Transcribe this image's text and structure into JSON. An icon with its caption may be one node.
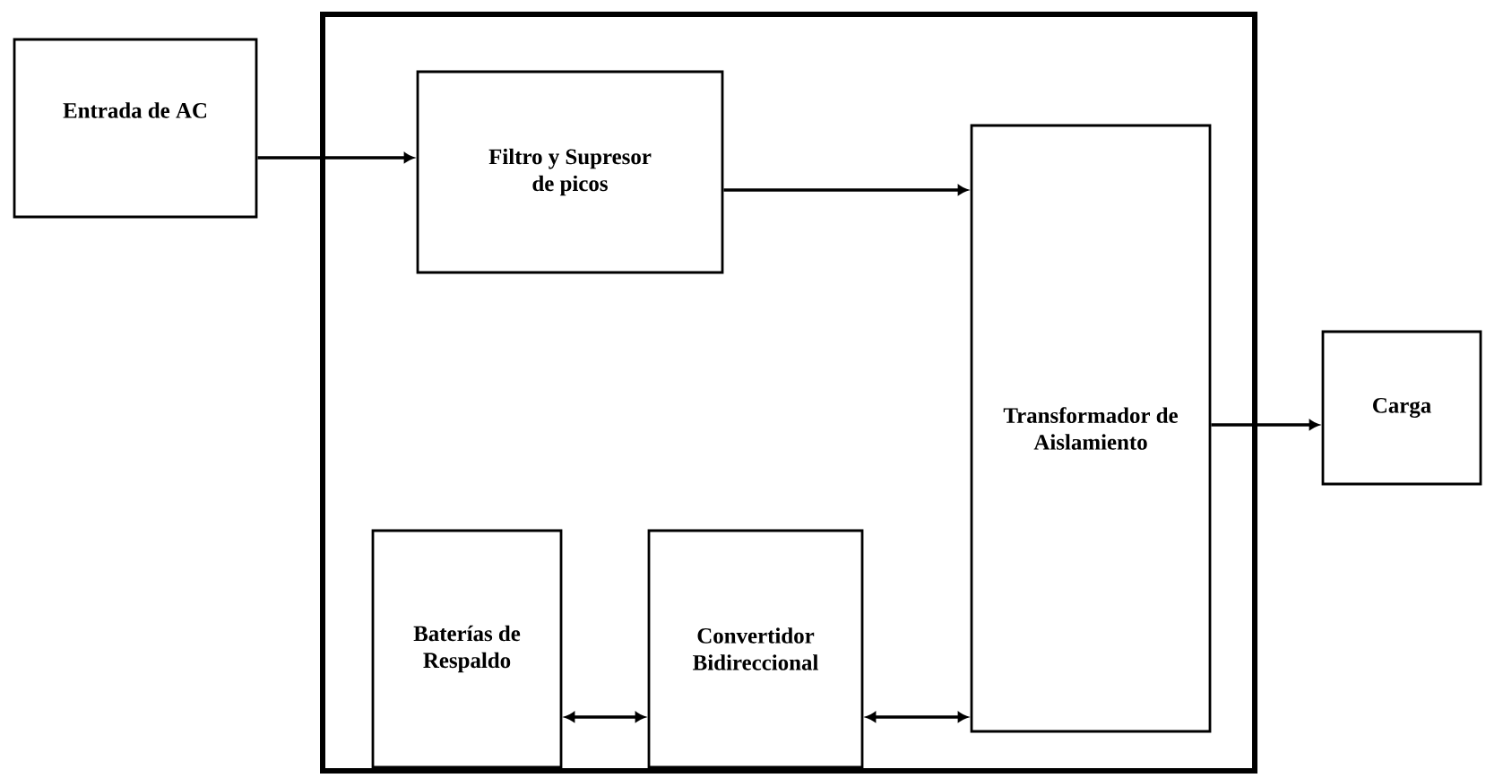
{
  "diagram": {
    "nodes": [
      {
        "text": [
          "Entrada de AC"
        ]
      },
      {
        "text": [],
        "shape": "box"
      },
      {
        "text": [
          "Filtro y Supresor de picos"
        ],
        "in": 1
      },
      {
        "text": [
          "Transformador de Aislamiento"
        ],
        "in": 1
      },
      {
        "text": [
          "Carga"
        ]
      },
      {
        "text": [
          "Baterías de Respaldo"
        ],
        "in": 1
      },
      {
        "text": [
          "Convertidor Bidireccional"
        ],
        "in": 1
      }
    ],
    "edges": [
      {
        "from": 0,
        "to": 2,
        "arrow": "to"
      },
      {
        "from": 2,
        "to": 3,
        "arrow": "to"
      },
      {
        "from": 3,
        "to": 4,
        "arrow": "to"
      },
      {
        "from": 5,
        "to": 6,
        "arrow": "both"
      },
      {
        "from": 6,
        "to": 3,
        "arrow": "both"
      }
    ]
  }
}
